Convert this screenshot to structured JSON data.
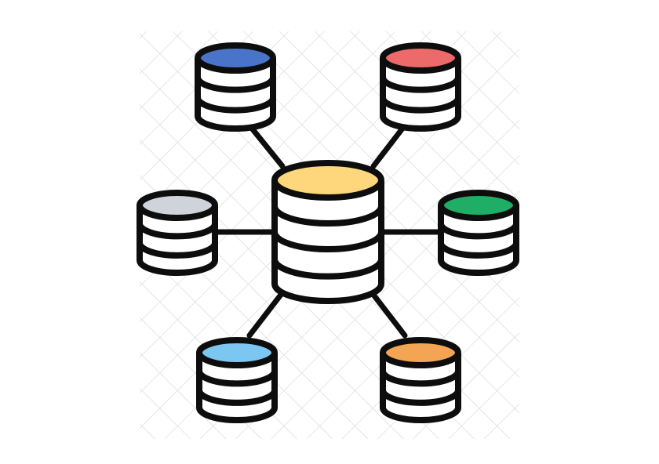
{
  "icon": {
    "name": "distributed-database-icon",
    "stroke_color": "#0d0d0d",
    "background_color": "#ffffff",
    "watermark_grid_color": "#d8d8d8",
    "nodes": [
      {
        "id": "central",
        "name": "central-database-icon",
        "top_color": "#fed77d"
      },
      {
        "id": "top-left",
        "name": "blue-database-icon",
        "top_color": "#4a74c9"
      },
      {
        "id": "top-right",
        "name": "red-database-icon",
        "top_color": "#ec6a6a"
      },
      {
        "id": "mid-left",
        "name": "gray-database-icon",
        "top_color": "#cfd3da"
      },
      {
        "id": "mid-right",
        "name": "green-database-icon",
        "top_color": "#1fae66"
      },
      {
        "id": "bottom-left",
        "name": "lightblue-database-icon",
        "top_color": "#7cc6f2"
      },
      {
        "id": "bottom-right",
        "name": "orange-database-icon",
        "top_color": "#f4a554"
      }
    ]
  }
}
